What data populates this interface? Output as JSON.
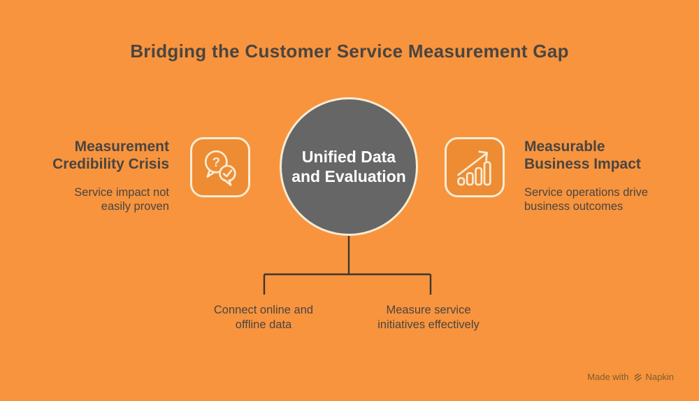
{
  "title": "Bridging the Customer Service Measurement Gap",
  "center_node": {
    "label": "Unified Data\nand Evaluation"
  },
  "left_branch": {
    "heading": "Measurement\nCredibility Crisis",
    "description": "Service impact not\neasily proven",
    "icon": "chat-question-check-icon"
  },
  "right_branch": {
    "heading": "Measurable\nBusiness Impact",
    "description": "Service operations drive\nbusiness outcomes",
    "icon": "growth-chart-icon"
  },
  "sub_branches": [
    {
      "label": "Connect online and\noffline data"
    },
    {
      "label": "Measure service\ninitiatives effectively"
    }
  ],
  "credit": {
    "prefix": "Made with",
    "brand": "Napkin",
    "icon": "napkin-logo-icon"
  },
  "colors": {
    "bg": "#F8943E",
    "panel": "#EE8C34",
    "cream": "#F7ECD4",
    "circle_fill": "#666666",
    "text_dark": "#4A4540",
    "line": "#3D372E",
    "credit": "#7E5C2E",
    "white": "#FFFFFF"
  }
}
